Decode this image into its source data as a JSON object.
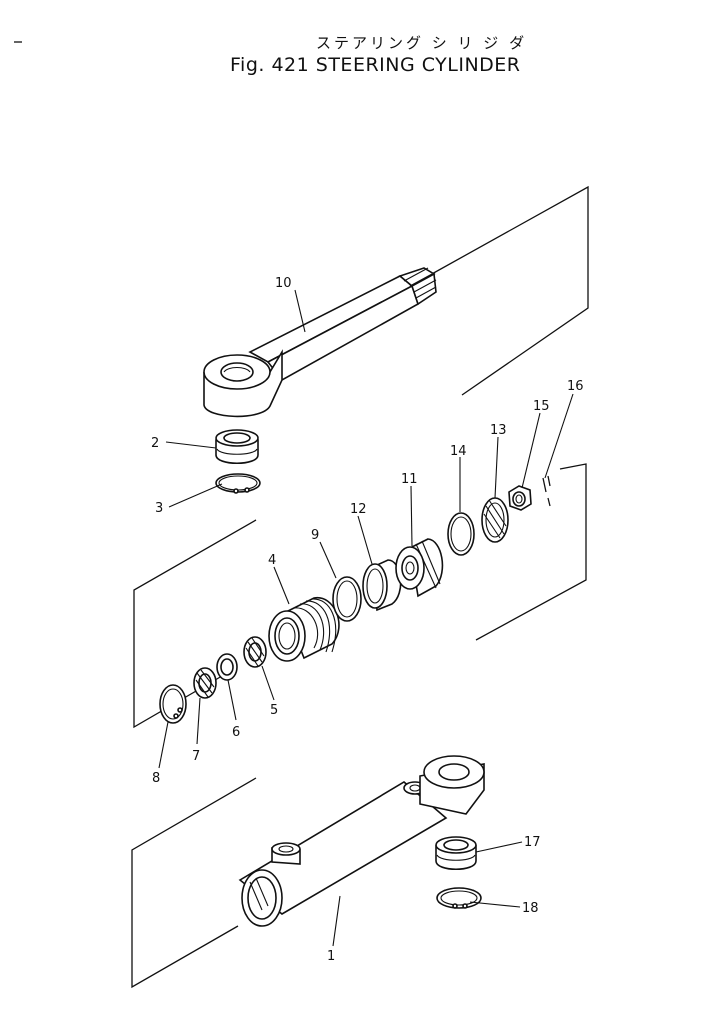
{
  "title": {
    "japanese": "ステアリング シ リ ジ ダ",
    "english": "Fig. 421 STEERING CYLINDER"
  },
  "parts": [
    {
      "number": "1"
    },
    {
      "number": "2"
    },
    {
      "number": "3"
    },
    {
      "number": "4"
    },
    {
      "number": "5"
    },
    {
      "number": "6"
    },
    {
      "number": "7"
    },
    {
      "number": "8"
    },
    {
      "number": "9"
    },
    {
      "number": "10"
    },
    {
      "number": "11"
    },
    {
      "number": "12"
    },
    {
      "number": "13"
    },
    {
      "number": "14"
    },
    {
      "number": "15"
    },
    {
      "number": "16"
    },
    {
      "number": "17"
    },
    {
      "number": "18"
    }
  ]
}
